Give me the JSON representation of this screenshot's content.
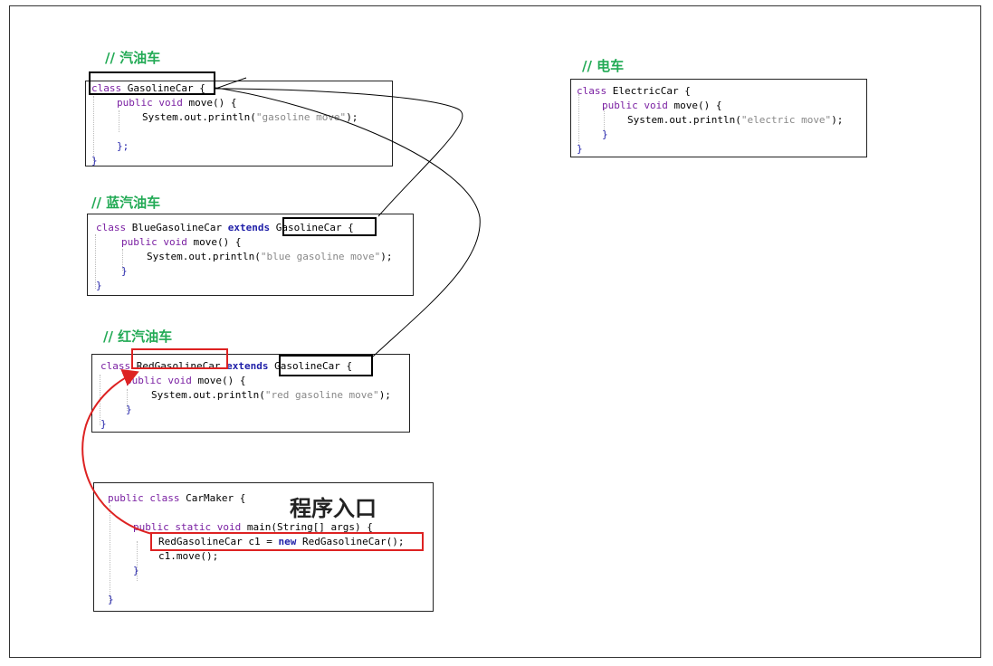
{
  "comments": {
    "gasoline": "// 汽油车",
    "electric": "// 电车",
    "blue": "// 蓝汽油车",
    "red": "// 红汽油车"
  },
  "gasoline_car": {
    "l1_kw": "class",
    "l1_name": " GasolineCar ",
    "l1_brace": "{",
    "l2_kw": "public void",
    "l2_rest": " move() {",
    "l3_a": "System.out.println(",
    "l3_str": "\"gasoline move\"",
    "l3_b": ");",
    "l4": "};",
    "l5": "}"
  },
  "electric_car": {
    "l1_kw": "class",
    "l1_name": " ElectricCar ",
    "l1_brace": "{",
    "l2_kw": "public void",
    "l2_rest": " move() {",
    "l3_a": "System.out.println(",
    "l3_str": "\"electric move\"",
    "l3_b": ");",
    "l4": "}",
    "l5": "}"
  },
  "blue_car": {
    "l1_kw": "class",
    "l1_name": " BlueGasolineCar ",
    "l1_ext": "extends",
    "l1_parent": " GasolineCar {",
    "l2_kw": "public void",
    "l2_rest": " move() {",
    "l3_a": "System.out.println(",
    "l3_str": "\"blue gasoline move\"",
    "l3_b": ");",
    "l4": "}",
    "l5": "}"
  },
  "red_car": {
    "l1_kw": "class",
    "l1_name": " RedGasolineCar ",
    "l1_ext": "extends",
    "l1_parent": " GasolineCar {",
    "l2_kw": "public void",
    "l2_rest": " move() {",
    "l3_a": "System.out.println(",
    "l3_str": "\"red gasoline move\"",
    "l3_b": ");",
    "l4": "}",
    "l5": "}"
  },
  "car_maker": {
    "l1_kw": "public class",
    "l1_rest": " CarMaker {",
    "l2_kw": "public static void",
    "l2_rest": " main(String[] args) {",
    "l3_a": "RedGasolineCar c1 = ",
    "l3_new": "new",
    "l3_b": " RedGasolineCar();",
    "l4": "c1.move();",
    "l5": "}",
    "l6": "}"
  },
  "entry_label": "程序入口",
  "colors": {
    "comment": "#22aa55",
    "keyword": "#7a1fa2",
    "highlight_black": "#000000",
    "highlight_red": "#dd2222",
    "arrow_red": "#dd2222"
  }
}
